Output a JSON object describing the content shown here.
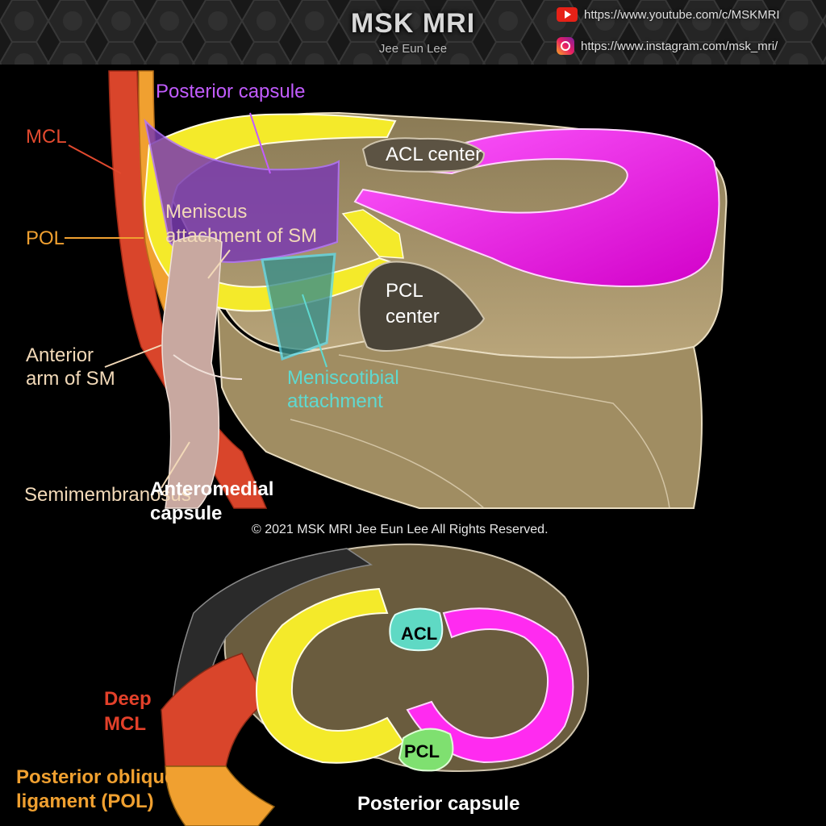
{
  "header": {
    "title": "MSK MRI",
    "author": "Jee Eun Lee",
    "youtube_url": "https://www.youtube.com/c/MSKMRI",
    "instagram_url": "https://www.instagram.com/msk_mri/"
  },
  "top_diagram": {
    "labels": {
      "posterior_capsule": "Posterior capsule",
      "mcl": "MCL",
      "pol": "POL",
      "meniscus_attachment_1": "Meniscus",
      "meniscus_attachment_2": "attachment of SM",
      "acl_center": "ACL center",
      "pcl_center_1": "PCL",
      "pcl_center_2": "center",
      "anterior_arm_1": "Anterior",
      "anterior_arm_2": "arm of SM",
      "meniscotibial_1": "Meniscotibial",
      "meniscotibial_2": "attachment",
      "semimembranosus": "Semimembranosus",
      "anteromedial_1": "Anteromedial",
      "anteromedial_2": "capsule"
    }
  },
  "copyright": "© 2021 MSK MRI Jee Eun Lee All Rights Reserved.",
  "bottom_diagram": {
    "labels": {
      "acl": "ACL",
      "pcl": "PCL",
      "deep_mcl_1": "Deep",
      "deep_mcl_2": "MCL",
      "pol_1": "Posterior oblique",
      "pol_2": "ligament (POL)",
      "posterior_capsule": "Posterior capsule"
    }
  },
  "colors": {
    "mcl": "#e24a2f",
    "pol": "#f0a030",
    "meniscus_lateral": "#ff2bf0",
    "meniscus_medial": "#f4ea2a",
    "posterior_capsule_label": "#c25cff",
    "meniscotibial": "#5fd9d0",
    "tibia": "#a99466",
    "sm_tendon": "#c8a8a0",
    "acl_bottom": "#5fd9c4",
    "pcl_bottom": "#7fe070"
  }
}
